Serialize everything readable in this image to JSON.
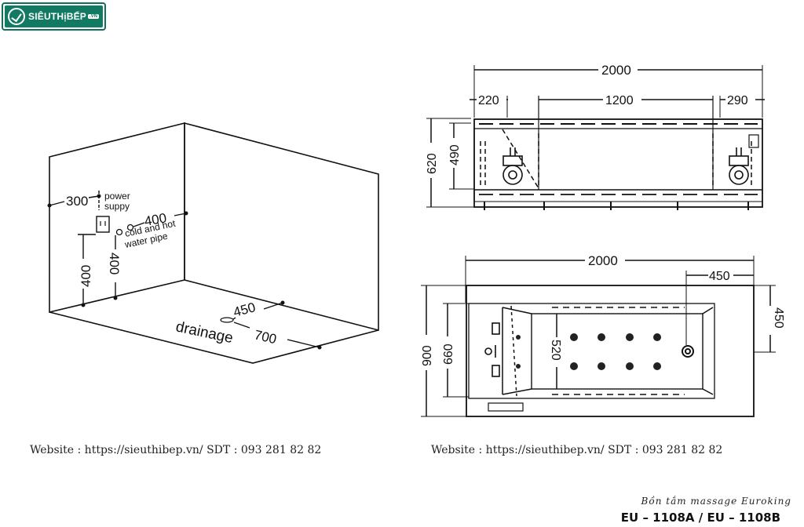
{
  "brand": {
    "name": "SIÊUTHịBẾP",
    "tld": ".VN"
  },
  "room_view": {
    "power_label_line1": "power",
    "power_label_line2": "suppy",
    "pipe_label_line1": "cold and hot",
    "pipe_label_line2": "water pipe",
    "drainage_label": "drainage",
    "dim_300": "300",
    "dim_400_left": "400",
    "dim_400_mid": "400",
    "dim_400_pipe": "400",
    "dim_450": "450",
    "dim_700": "700"
  },
  "side_view": {
    "dim_2000": "2000",
    "dim_220": "220",
    "dim_1200": "1200",
    "dim_290": "290",
    "dim_620": "620",
    "dim_490": "490"
  },
  "top_view": {
    "dim_2000": "2000",
    "dim_450_top": "450",
    "dim_450_right": "450",
    "dim_900": "900",
    "dim_660": "660",
    "dim_520": "520"
  },
  "footer": {
    "left": "Website : https://sieuthibep.vn/     SDT : 093 281 82 82",
    "right": "Website : https://sieuthibep.vn/ SDT : 093 281 82 82"
  },
  "product": {
    "subtitle": "Bồn tắm massage Euroking",
    "model": "EU – 1108A / EU – 1108B"
  }
}
